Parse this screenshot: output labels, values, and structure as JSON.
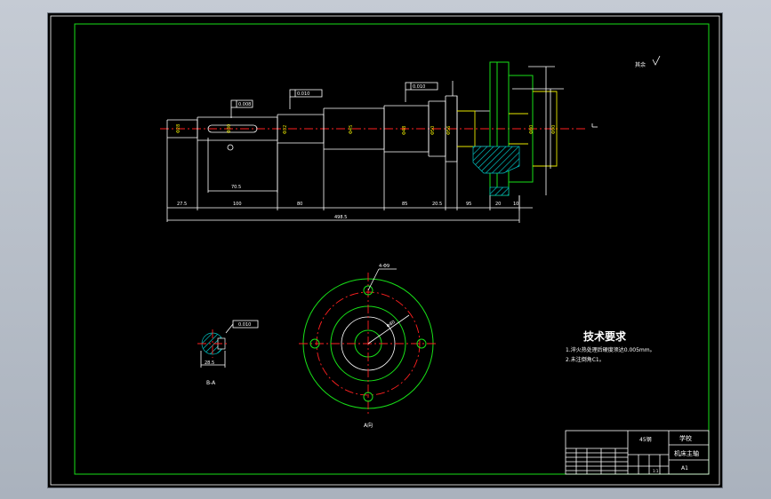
{
  "drawing": {
    "tech_title": "技术要求",
    "tech_notes": [
      "1.淬火热处理后硬度须达0.005mm。",
      "2.未注倒角C1。"
    ],
    "roughness_note": "其余",
    "section_label": "B-A",
    "view_label": "A向"
  },
  "dimensions": {
    "overall_length": "498.5",
    "seg_a": "27.5",
    "seg_b": "100",
    "seg_c": "80",
    "seg_d": "85",
    "seg_e": "20.5",
    "seg_f": "95",
    "seg_g": "20",
    "seg_h": "10",
    "keyway_len": "70.5",
    "section_width": "28.5",
    "bolt_circle": "Φ80",
    "hole_spec": "4-Φ9"
  },
  "tolerances": {
    "key_sym": "0.008",
    "runout_1": "0.010",
    "runout_2": "0.010",
    "section_ref": "0.010"
  },
  "title_block": {
    "material": "45钢",
    "part_name": "机床主轴",
    "school": "学校",
    "sheet_size": "A1",
    "scale": "1:1"
  },
  "colors": {
    "background": "#000000",
    "border": "#18e018",
    "center_line": "#ff2020",
    "outline": "#ffffff",
    "dim_text": "#e8e800"
  }
}
